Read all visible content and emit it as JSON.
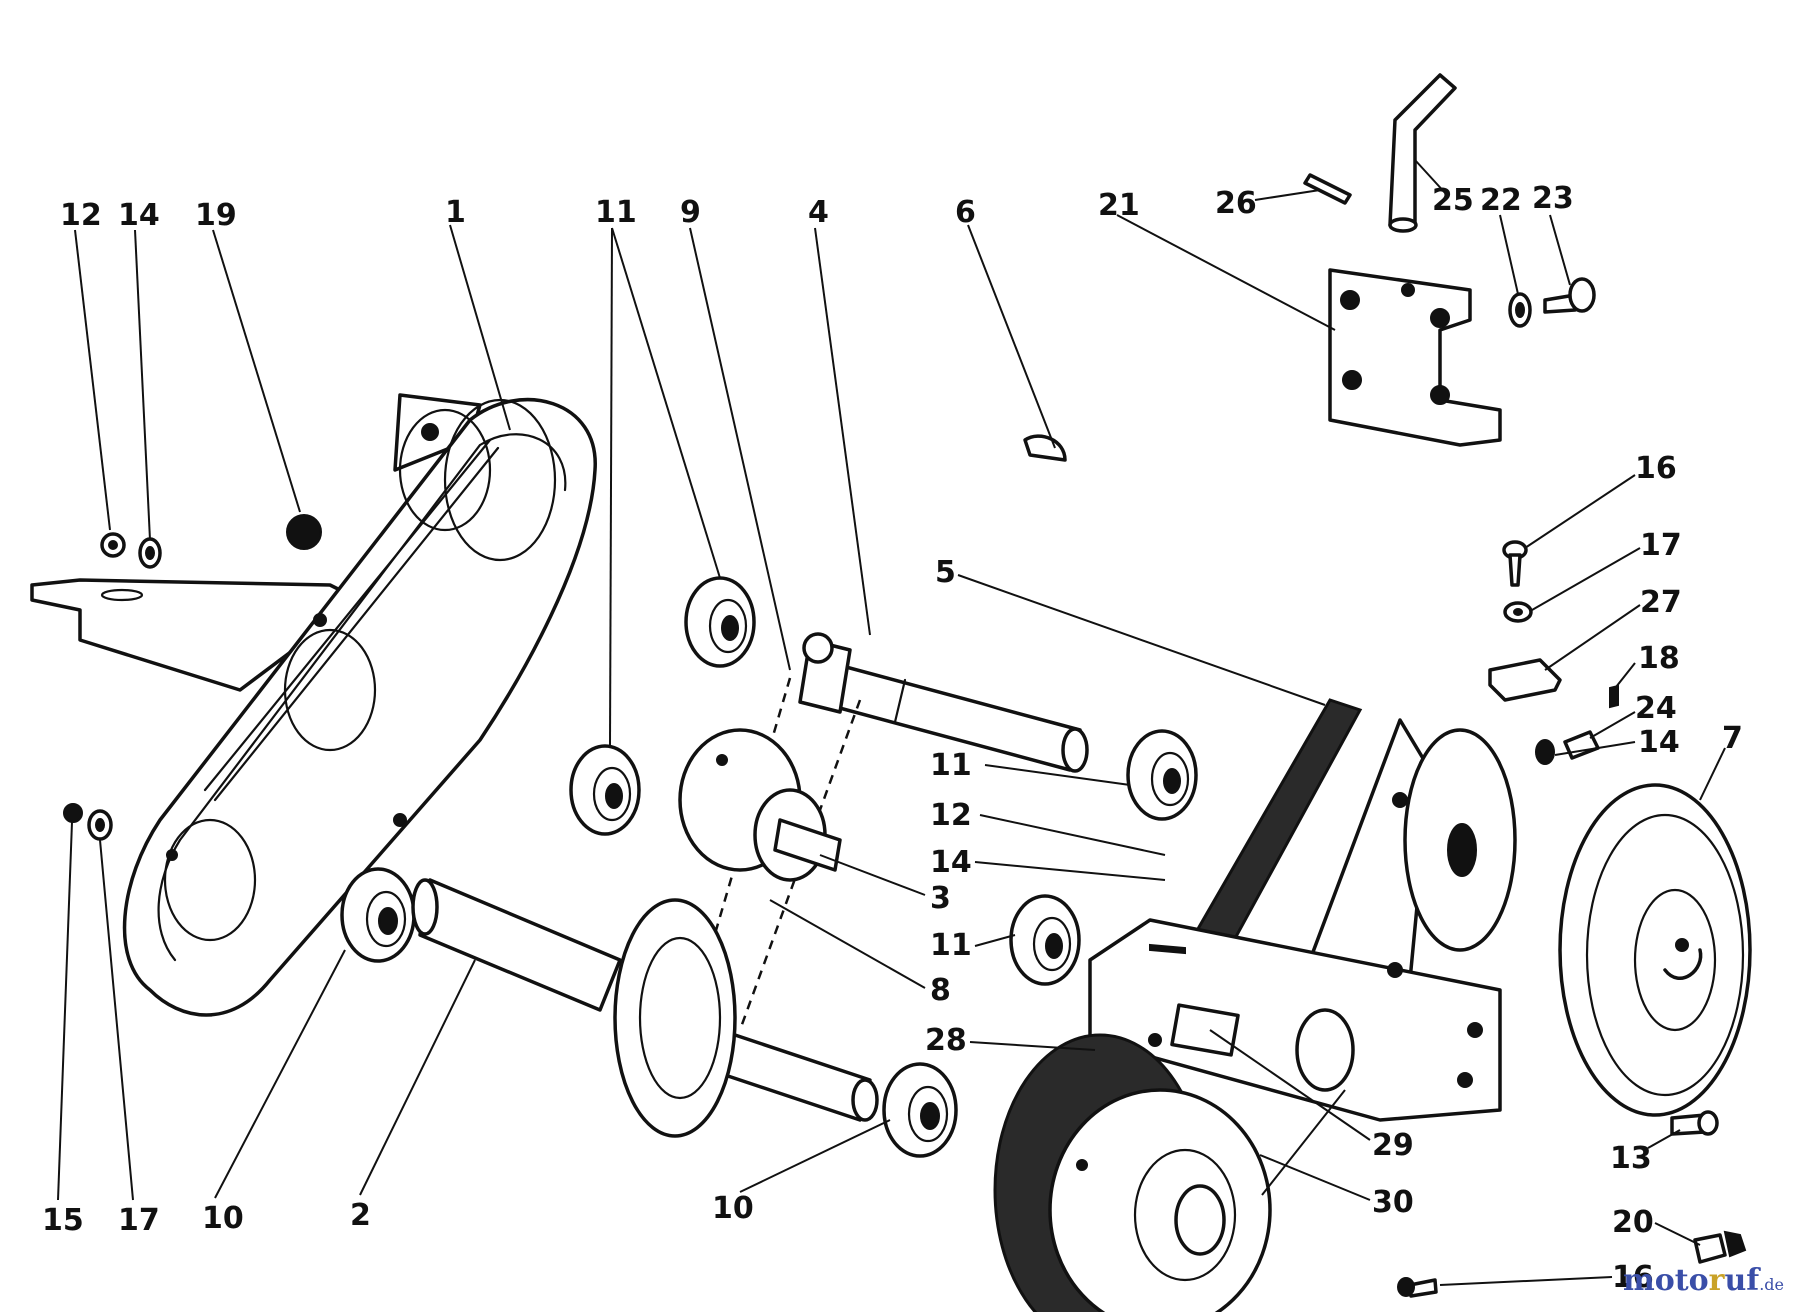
{
  "diagram": {
    "labels": [
      {
        "id": "l12a",
        "text": "12"
      },
      {
        "id": "l14a",
        "text": "14"
      },
      {
        "id": "l19",
        "text": "19"
      },
      {
        "id": "l1",
        "text": "1"
      },
      {
        "id": "l11a",
        "text": "11"
      },
      {
        "id": "l9",
        "text": "9"
      },
      {
        "id": "l4",
        "text": "4"
      },
      {
        "id": "l6",
        "text": "6"
      },
      {
        "id": "l21",
        "text": "21"
      },
      {
        "id": "l26",
        "text": "26"
      },
      {
        "id": "l25",
        "text": "25"
      },
      {
        "id": "l22",
        "text": "22"
      },
      {
        "id": "l23",
        "text": "23"
      },
      {
        "id": "l16a",
        "text": "16"
      },
      {
        "id": "l17a",
        "text": "17"
      },
      {
        "id": "l27",
        "text": "27"
      },
      {
        "id": "l18",
        "text": "18"
      },
      {
        "id": "l24",
        "text": "24"
      },
      {
        "id": "l14c",
        "text": "14"
      },
      {
        "id": "l7",
        "text": "7"
      },
      {
        "id": "l5",
        "text": "5"
      },
      {
        "id": "l11b",
        "text": "11"
      },
      {
        "id": "l12b",
        "text": "12"
      },
      {
        "id": "l14b",
        "text": "14"
      },
      {
        "id": "l3",
        "text": "3"
      },
      {
        "id": "l11c",
        "text": "11"
      },
      {
        "id": "l8",
        "text": "8"
      },
      {
        "id": "l28",
        "text": "28"
      },
      {
        "id": "l29",
        "text": "29"
      },
      {
        "id": "l30",
        "text": "30"
      },
      {
        "id": "l13",
        "text": "13"
      },
      {
        "id": "l20",
        "text": "20"
      },
      {
        "id": "l16b",
        "text": "16"
      },
      {
        "id": "l15",
        "text": "15"
      },
      {
        "id": "l17b",
        "text": "17"
      },
      {
        "id": "l10a",
        "text": "10"
      },
      {
        "id": "l2",
        "text": "2"
      },
      {
        "id": "l10b",
        "text": "10"
      }
    ]
  },
  "watermark": {
    "main": "moto",
    "accent": "r",
    "rest": "uf",
    "tld": ".de"
  }
}
